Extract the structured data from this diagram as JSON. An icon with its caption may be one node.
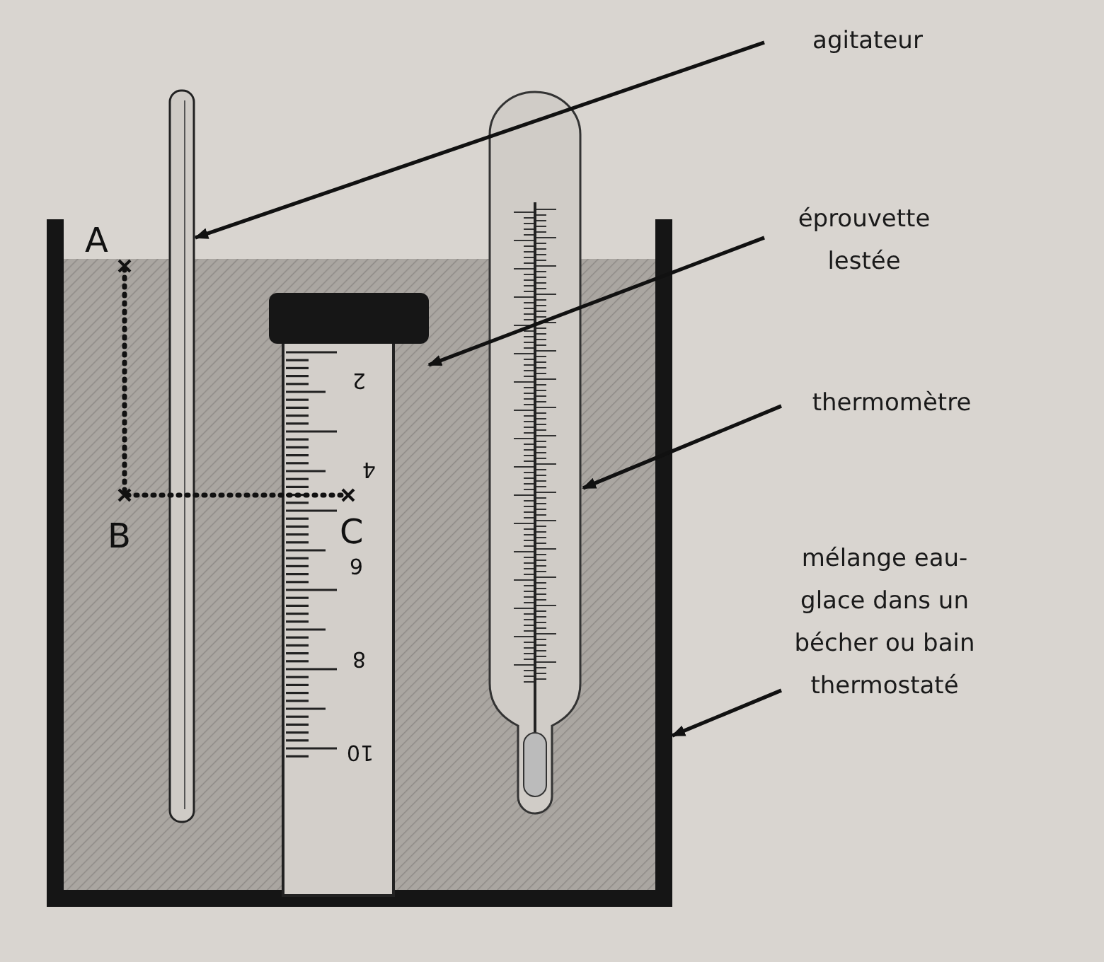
{
  "diagram": {
    "nodes": [
      {
        "text": [
          "agitateur"
        ]
      },
      {
        "text": [
          "éprouvette lestée"
        ]
      },
      {
        "text": [
          "thermomètre"
        ]
      },
      {
        "text": [
          "mélange eau-glace dans un bécher ou bain thermostaté"
        ]
      },
      {
        "text": [],
        "shape": "picture"
      },
      {
        "text": [],
        "shape": "picture"
      },
      {
        "text": [],
        "shape": "picture",
        "in": 4
      },
      {
        "text": [],
        "shape": "picture"
      }
    ],
    "edges": [
      {
        "from": 0,
        "to": 5,
        "arrow": "to"
      },
      {
        "from": 1,
        "to": 6,
        "arrow": "to"
      },
      {
        "from": 2,
        "to": 7,
        "arrow": "to"
      },
      {
        "from": 3,
        "to": 4,
        "arrow": "to"
      }
    ],
    "labels": [
      "A",
      "B",
      "C",
      "2",
      "4",
      "6",
      "8",
      "10"
    ]
  }
}
